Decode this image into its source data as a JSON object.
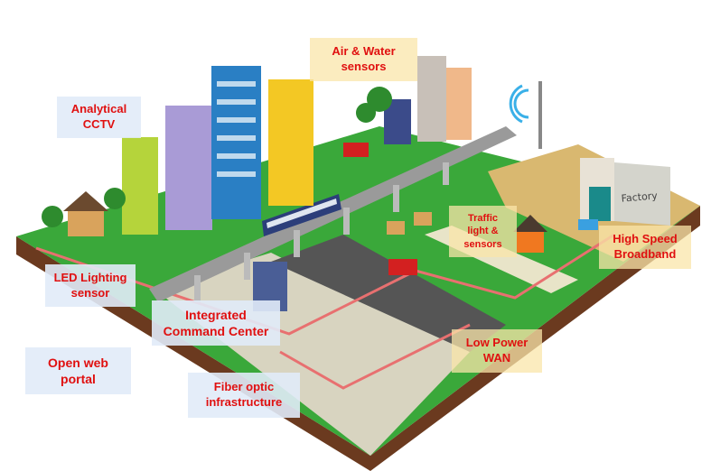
{
  "labels": {
    "air_water": "Air & Water\nsensors",
    "cctv": "Analytical\nCCTV",
    "led": "LED Lighting\nsensor",
    "command": "Integrated\nCommand Center",
    "portal": "Open web\nportal",
    "fiber": "Fiber optic\ninfrastructure",
    "traffic": "Traffic\nlight &\nsensors",
    "broadband": "High Speed\nBroadband",
    "lpwan": "Low Power\nWAN"
  },
  "factory_sign": "Factory",
  "colors": {
    "label_text": "#e01010",
    "grass": "#3aa83a",
    "soil": "#6b3a1f",
    "sand": "#d9b870",
    "road": "#555555"
  }
}
